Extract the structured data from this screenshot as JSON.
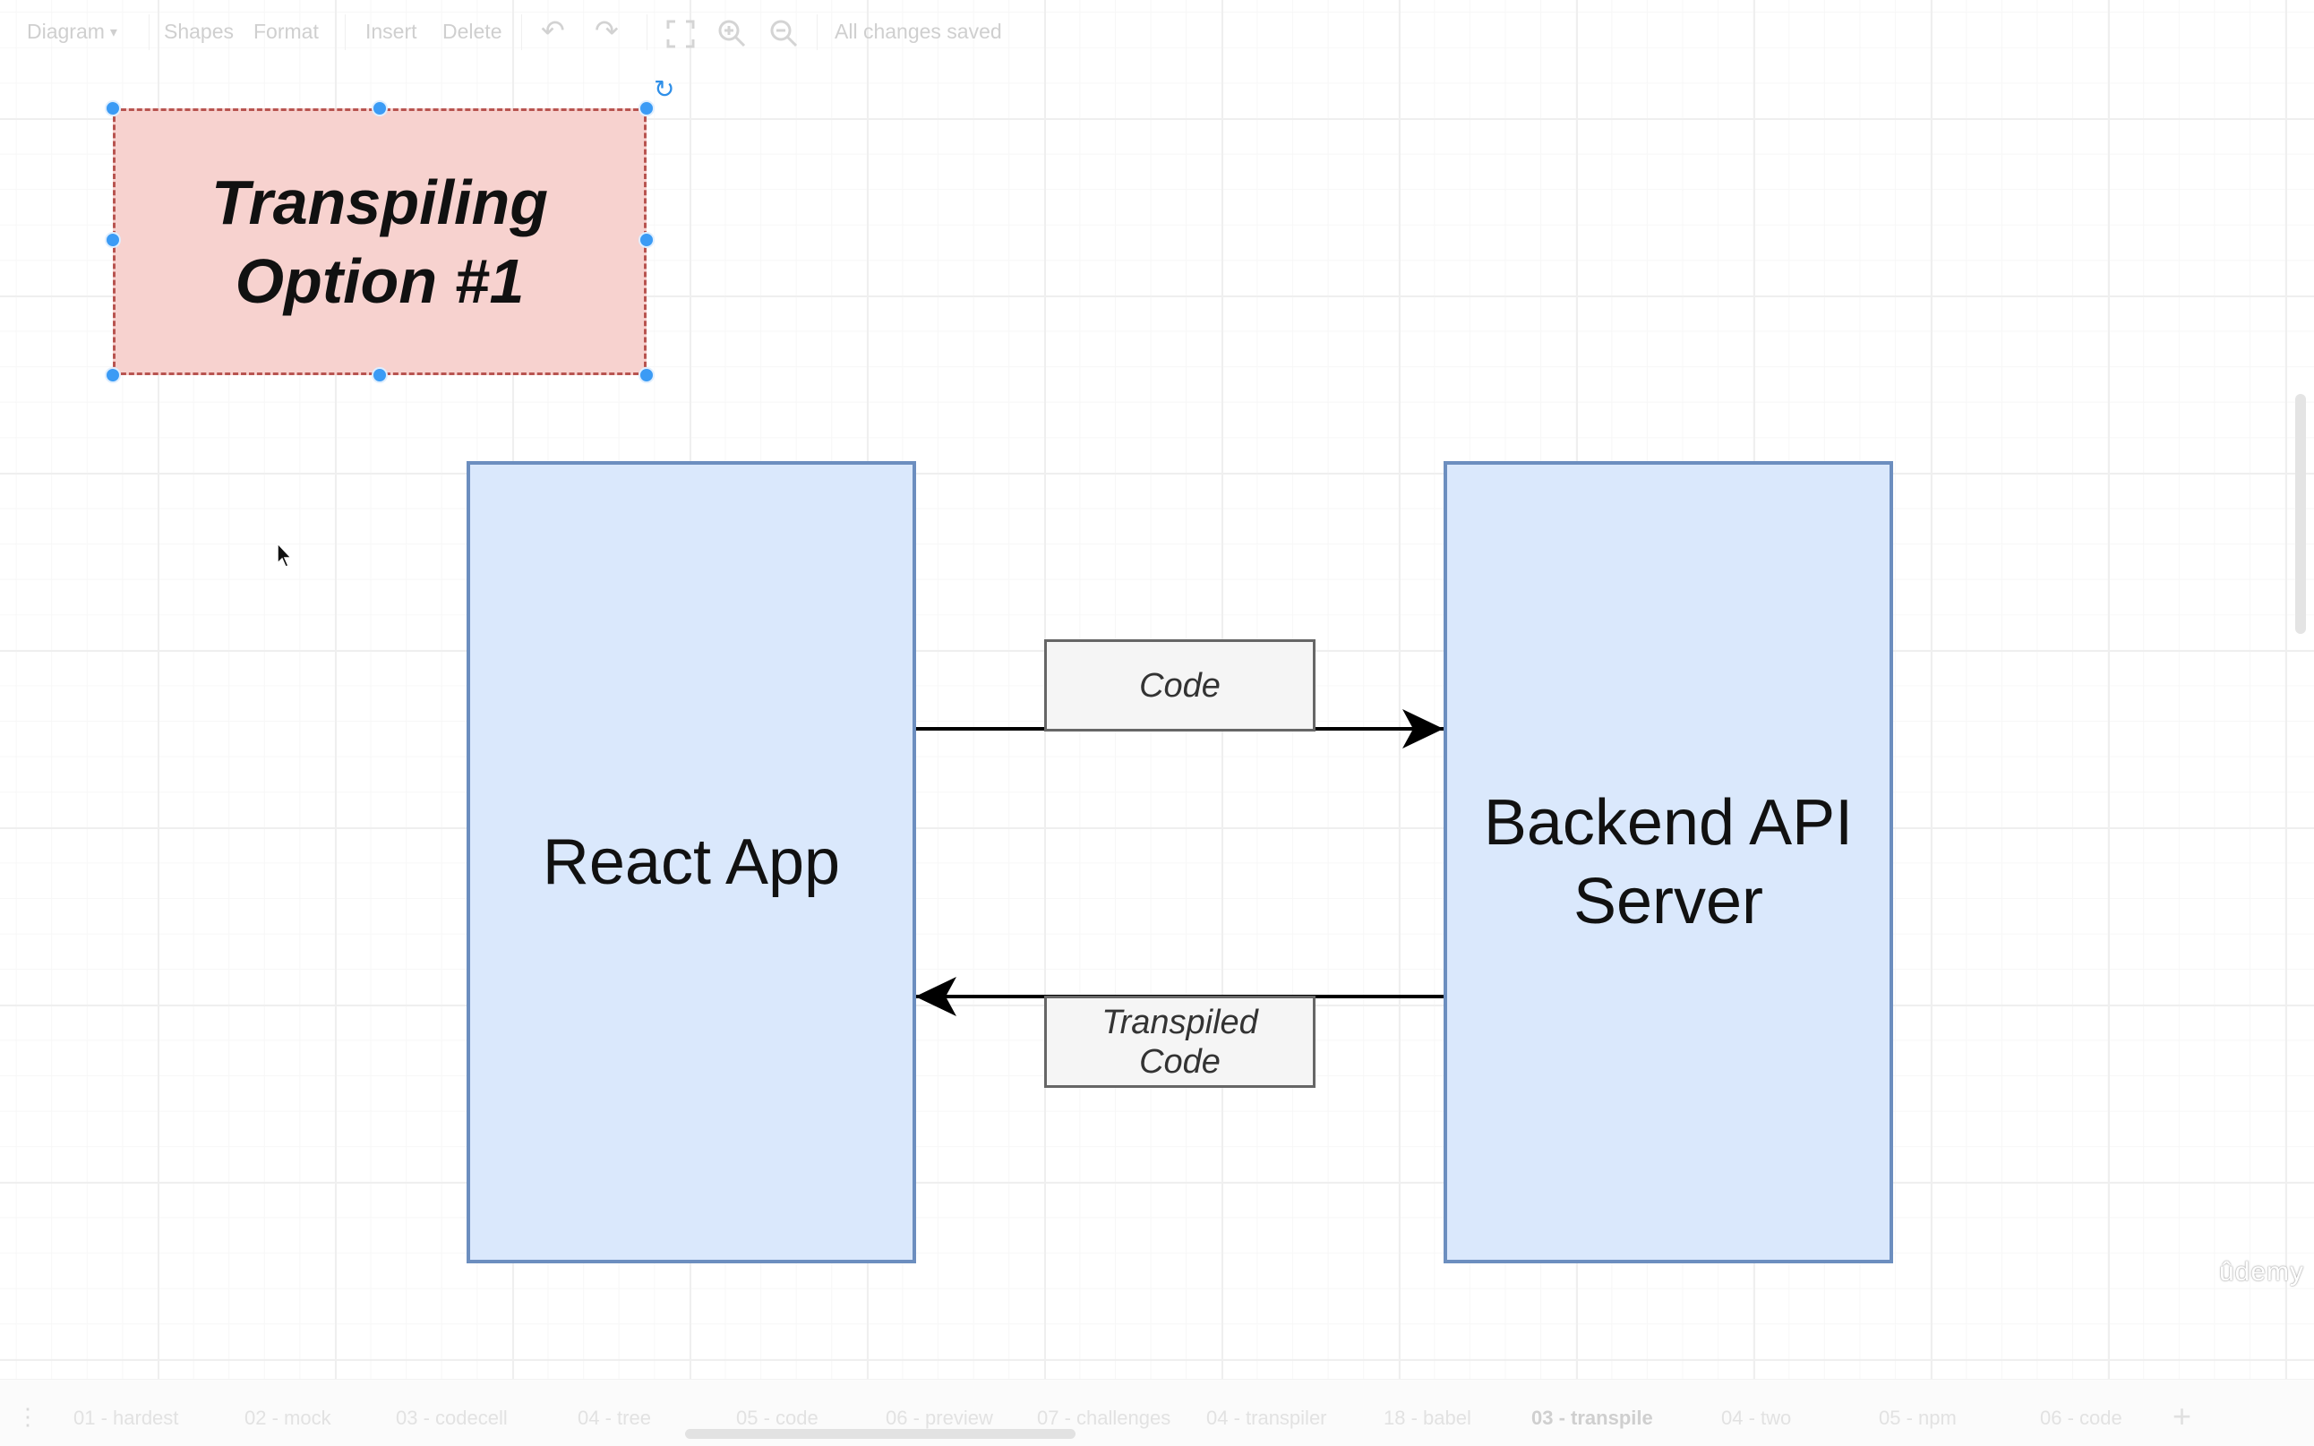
{
  "toolbar": {
    "diagram_menu": "Diagram",
    "shapes": "Shapes",
    "format": "Format",
    "insert": "Insert",
    "delete": "Delete",
    "status": "All changes saved",
    "icons": [
      "undo-icon",
      "redo-icon",
      "fullscreen-icon",
      "zoom-in-icon",
      "zoom-out-icon"
    ]
  },
  "diagram": {
    "title": {
      "line1": "Transpiling",
      "line2": "Option #1"
    },
    "react_app": "React App",
    "backend": {
      "line1": "Backend API",
      "line2": "Server"
    },
    "edge_code": "Code",
    "edge_transpiled": {
      "line1": "Transpiled",
      "line2": "Code"
    }
  },
  "watermark": "ûdemy",
  "tabs": [
    "01 - hardest",
    "02 - mock",
    "03 - codecell",
    "04 - tree",
    "05 - code",
    "06 - preview",
    "07 - challenges",
    "04 - transpiler",
    "18 - babel",
    "03 - transpile",
    "04 - two",
    "05 - npm",
    "06 - code"
  ],
  "active_tab": "03 - transpile",
  "colors": {
    "title_fill": "#f7d2cf",
    "title_border": "#b85450",
    "node_fill": "#dae8fc",
    "node_border": "#6c8ebf",
    "label_fill": "#f5f5f5",
    "label_border": "#666666",
    "selection": "#3b9bf5"
  }
}
